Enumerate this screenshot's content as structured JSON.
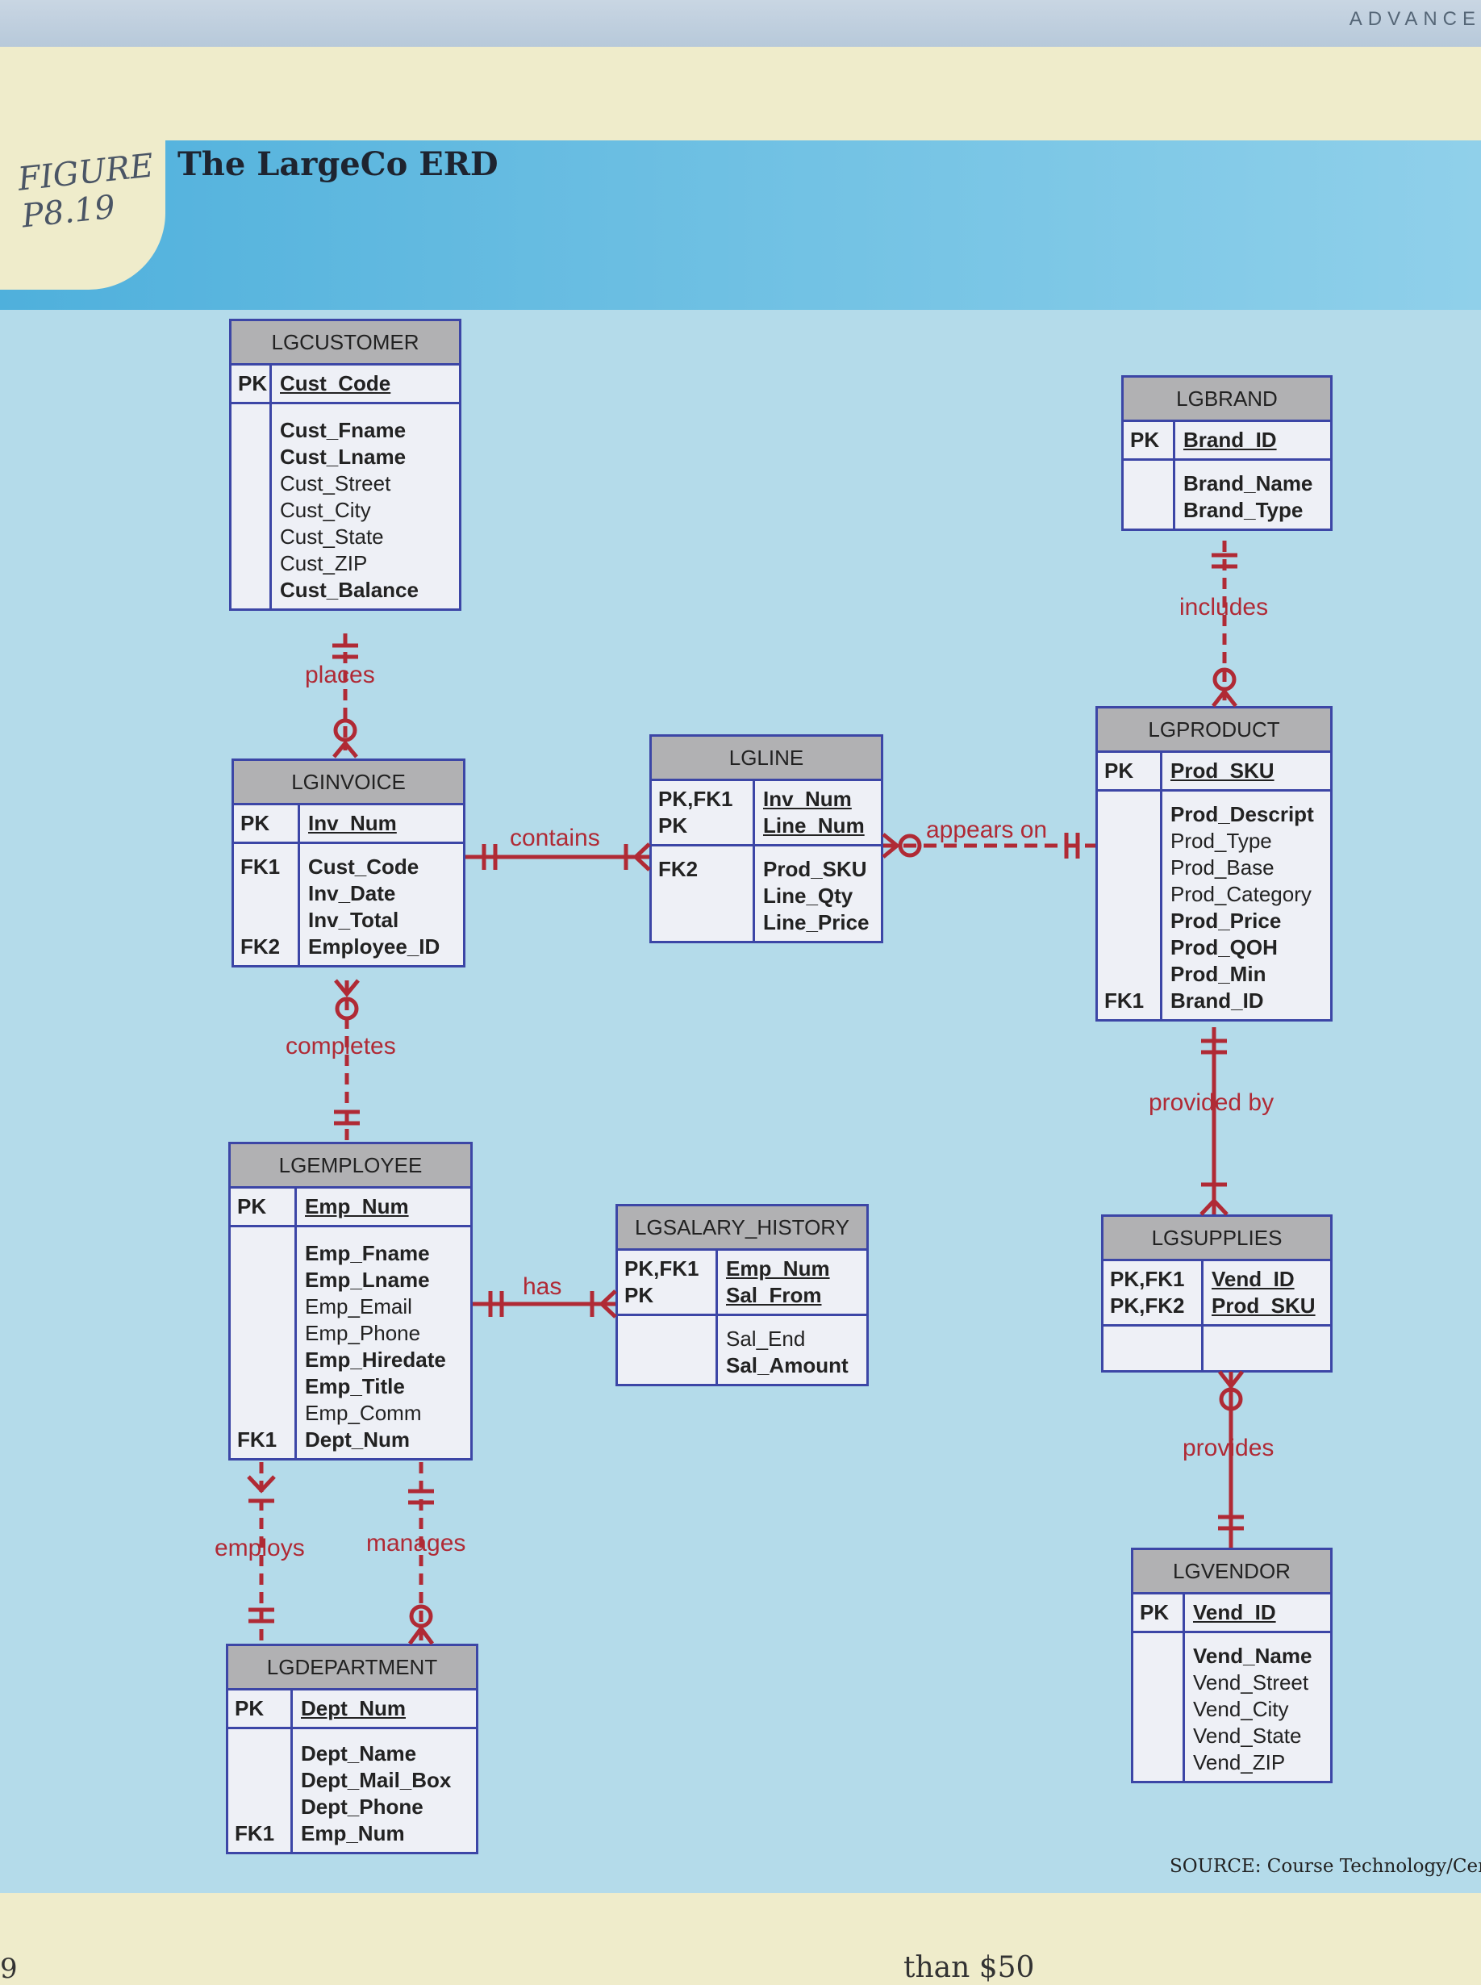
{
  "header": {
    "text": "ADVANCE"
  },
  "figure": {
    "label_line1": "FIGURE",
    "label_line2": "P8.19",
    "title": "The LargeCo ERD"
  },
  "source": "SOURCE: Course Technology/Ceng",
  "bottom": {
    "page_fragment": "9",
    "text_fragment": "than $50"
  },
  "colors": {
    "entity_border": "#3c46a6",
    "entity_header": "#b1b1b3",
    "relationship": "#b02a35",
    "background": "#b4dbea"
  },
  "entities": {
    "lgcustomer": {
      "name": "LGCUSTOMER",
      "pk_key": "PK",
      "pk_attr": "Cust_Code",
      "attrs": [
        "Cust_Fname",
        "Cust_Lname",
        "Cust_Street",
        "Cust_City",
        "Cust_State",
        "Cust_ZIP",
        "Cust_Balance"
      ]
    },
    "lginvoice": {
      "name": "LGINVOICE",
      "pk_key": "PK",
      "pk_attr": "Inv_Num",
      "fk_keys": [
        "FK1",
        "",
        "",
        "FK2"
      ],
      "attrs": [
        "Cust_Code",
        "Inv_Date",
        "Inv_Total",
        "Employee_ID"
      ]
    },
    "lgline": {
      "name": "LGLINE",
      "pk_keys": [
        "PK,FK1",
        "PK"
      ],
      "pk_attrs": [
        "Inv_Num",
        "Line_Num"
      ],
      "fk_keys": [
        "FK2",
        "",
        ""
      ],
      "attrs": [
        "Prod_SKU",
        "Line_Qty",
        "Line_Price"
      ]
    },
    "lgbrand": {
      "name": "LGBRAND",
      "pk_key": "PK",
      "pk_attr": "Brand_ID",
      "attrs": [
        "Brand_Name",
        "Brand_Type"
      ]
    },
    "lgproduct": {
      "name": "LGPRODUCT",
      "pk_key": "PK",
      "pk_attr": "Prod_SKU",
      "fk_keys": [
        "",
        "",
        "",
        "",
        "",
        "",
        "",
        "FK1"
      ],
      "attrs": [
        "Prod_Descript",
        "Prod_Type",
        "Prod_Base",
        "Prod_Category",
        "Prod_Price",
        "Prod_QOH",
        "Prod_Min",
        "Brand_ID"
      ]
    },
    "lgemployee": {
      "name": "LGEMPLOYEE",
      "pk_key": "PK",
      "pk_attr": "Emp_Num",
      "fk_keys": [
        "",
        "",
        "",
        "",
        "",
        "",
        "",
        "FK1"
      ],
      "attrs": [
        "Emp_Fname",
        "Emp_Lname",
        "Emp_Email",
        "Emp_Phone",
        "Emp_Hiredate",
        "Emp_Title",
        "Emp_Comm",
        "Dept_Num"
      ]
    },
    "lgsalary_history": {
      "name": "LGSALARY_HISTORY",
      "pk_keys": [
        "PK,FK1",
        "PK"
      ],
      "pk_attrs": [
        "Emp_Num",
        "Sal_From"
      ],
      "attrs": [
        "Sal_End",
        "Sal_Amount"
      ]
    },
    "lgsupplies": {
      "name": "LGSUPPLIES",
      "pk_keys": [
        "PK,FK1",
        "PK,FK2"
      ],
      "pk_attrs": [
        "Vend_ID",
        "Prod_SKU"
      ]
    },
    "lgdepartment": {
      "name": "LGDEPARTMENT",
      "pk_key": "PK",
      "pk_attr": "Dept_Num",
      "fk_keys": [
        "",
        "",
        "",
        "FK1"
      ],
      "attrs": [
        "Dept_Name",
        "Dept_Mail_Box",
        "Dept_Phone",
        "Emp_Num"
      ]
    },
    "lgvendor": {
      "name": "LGVENDOR",
      "pk_key": "PK",
      "pk_attr": "Vend_ID",
      "attrs": [
        "Vend_Name",
        "Vend_Street",
        "Vend_City",
        "Vend_State",
        "Vend_ZIP"
      ]
    }
  },
  "relationships": {
    "places": "places",
    "contains": "contains",
    "appears_on": "appears on",
    "includes": "includes",
    "completes": "completes",
    "has": "has",
    "provided_by": "provided by",
    "provides": "provides",
    "employs": "employs",
    "manages": "manages"
  }
}
